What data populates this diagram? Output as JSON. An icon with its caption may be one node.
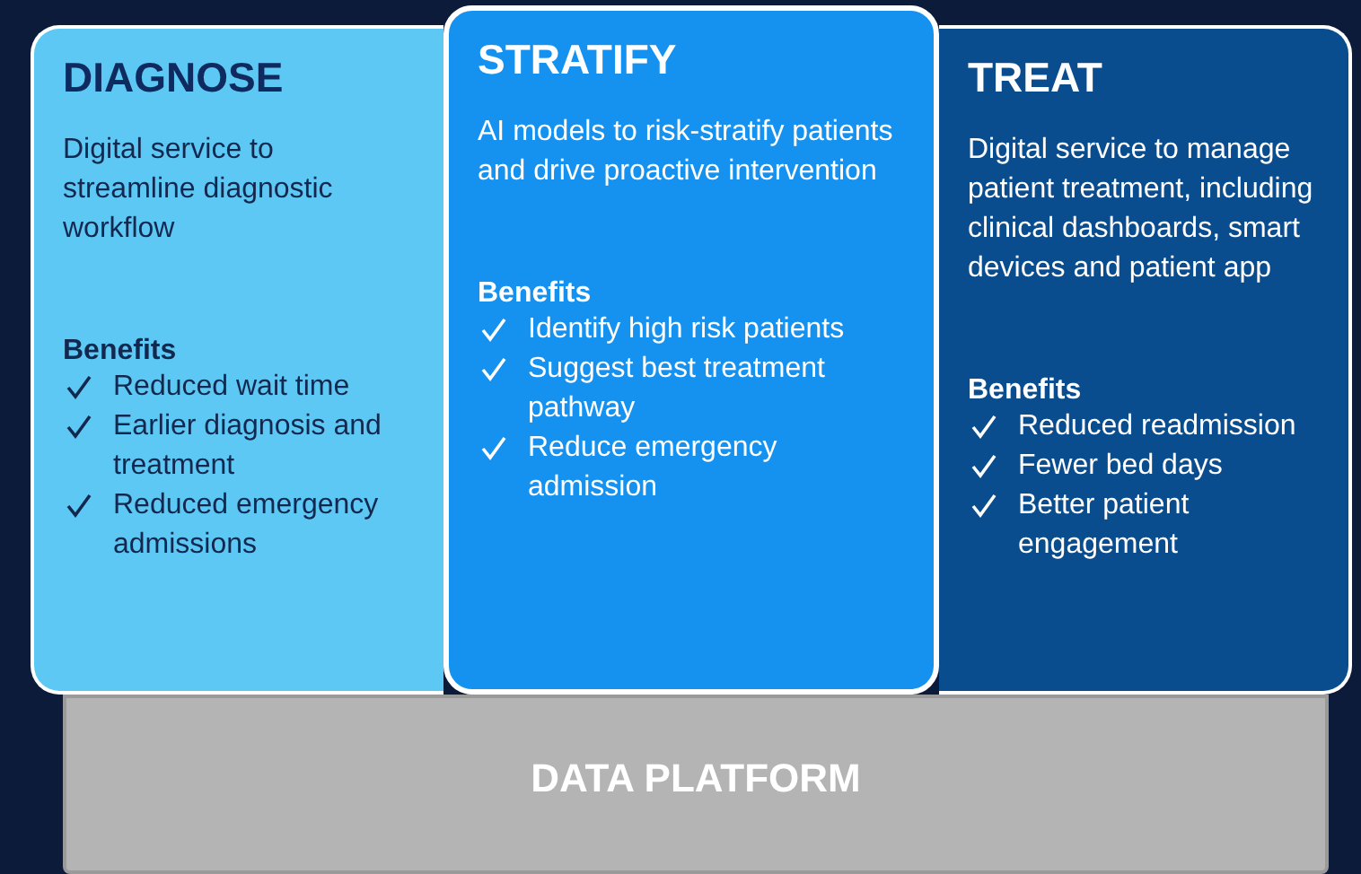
{
  "diagram": {
    "nodes": [
      {
        "text": [
          "DATA PLATFORM"
        ]
      },
      {
        "text": [
          "DIAGNOSE",
          "Digital service to streamline diagnostic workflow",
          "Benefits",
          "Reduced wait time",
          "Earlier diagnosis and treatment",
          "Reduced emergency admissions"
        ]
      },
      {
        "text": [
          "STRATIFY",
          "AI models to risk-stratify patients and drive proactive intervention",
          "Benefits",
          "Identify high risk patients",
          "Suggest best treatment pathway",
          "Reduce emergency admission"
        ]
      },
      {
        "text": [
          "TREAT",
          "Digital service to manage patient treatment, including clinical dashboards, smart devices and patient app",
          "Benefits",
          "Reduced readmission",
          "Fewer bed days",
          "Better patient engagement"
        ]
      }
    ]
  }
}
